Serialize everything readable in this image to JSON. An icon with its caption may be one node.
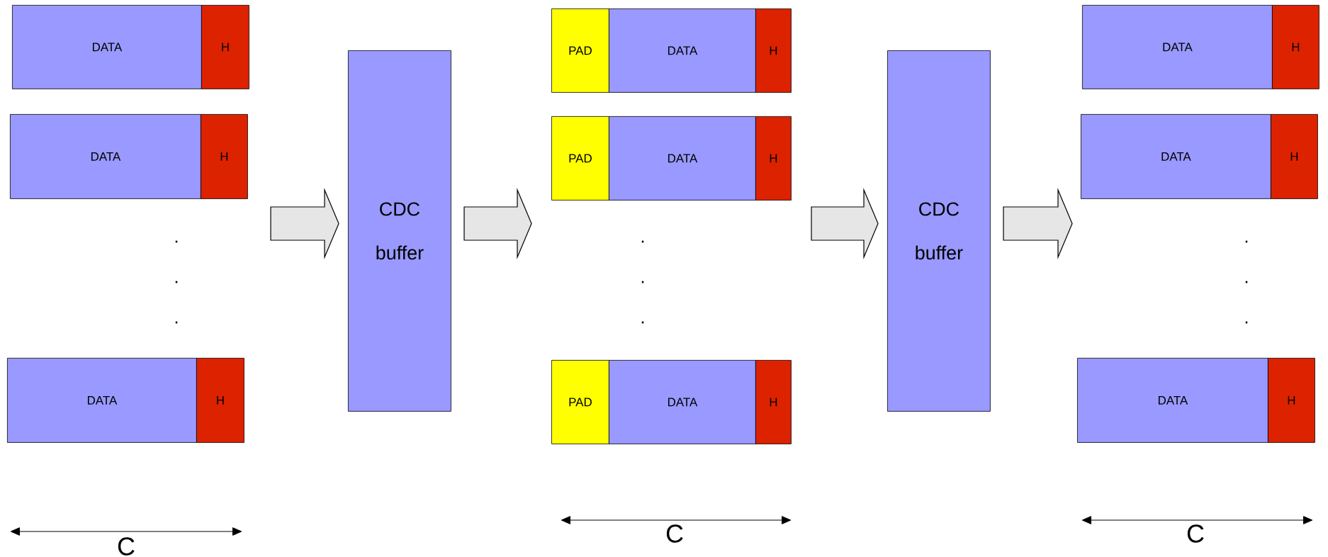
{
  "diagram": {
    "nodes": [
      {
        "text": [
          "DATA"
        ]
      },
      {
        "text": [
          "H"
        ]
      },
      {
        "text": [
          "DATA"
        ]
      },
      {
        "text": [
          "H"
        ]
      },
      {
        "text": [
          "DATA"
        ]
      },
      {
        "text": [
          "H"
        ]
      },
      {
        "text": [
          "CDC buffer"
        ]
      },
      {
        "text": [
          "PAD"
        ]
      },
      {
        "text": [
          "DATA"
        ]
      },
      {
        "text": [
          "H"
        ]
      },
      {
        "text": [
          "PAD"
        ]
      },
      {
        "text": [
          "DATA"
        ]
      },
      {
        "text": [
          "H"
        ]
      },
      {
        "text": [
          "PAD"
        ]
      },
      {
        "text": [
          "DATA"
        ]
      },
      {
        "text": [
          "H"
        ]
      },
      {
        "text": [
          "CDC buffer"
        ]
      },
      {
        "text": [
          "DATA"
        ]
      },
      {
        "text": [
          "H"
        ]
      },
      {
        "text": [
          "DATA"
        ]
      },
      {
        "text": [
          "H"
        ]
      },
      {
        "text": [
          "DATA"
        ]
      },
      {
        "text": [
          "H"
        ]
      }
    ],
    "edges": [
      {
        "from": null,
        "to": 6,
        "arrow": "to"
      },
      {
        "from": 6,
        "to": null,
        "arrow": "to"
      },
      {
        "from": null,
        "to": 16,
        "arrow": "to"
      },
      {
        "from": 16,
        "to": null,
        "arrow": "to"
      }
    ],
    "labels": [
      ".",
      ".",
      ".",
      ".",
      ".",
      ".",
      ".",
      ".",
      ".",
      "C",
      "C",
      "C"
    ]
  }
}
